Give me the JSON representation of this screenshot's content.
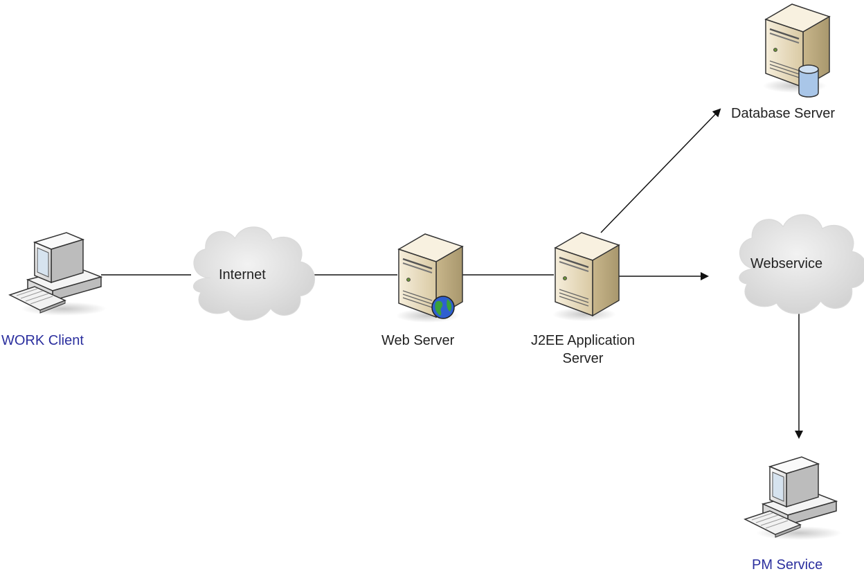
{
  "colors": {
    "client_label": "#2b2f9e",
    "server_label": "#222222",
    "edge": "#111111",
    "server_body": "#ece0c2",
    "monitor_body": "#eeeeee",
    "cloud": "#e2e2e2",
    "globe_land": "#3aa13a",
    "globe_sea": "#2f5fd0",
    "db_cylinder": "#a9c6e8"
  },
  "nodes": {
    "work_client": {
      "label": "WORK Client",
      "icon": "workstation-icon"
    },
    "internet": {
      "label": "Internet",
      "icon": "cloud-icon"
    },
    "web_server": {
      "label": "Web Server",
      "icon": "web-server-icon"
    },
    "app_server": {
      "label_line1": "J2EE Application",
      "label_line2": "Server",
      "icon": "server-tower-icon"
    },
    "database_server": {
      "label": "Database Server",
      "icon": "database-server-icon"
    },
    "webservice": {
      "label": "Webservice",
      "icon": "cloud-icon"
    },
    "pm_service": {
      "label": "PM Service",
      "icon": "workstation-icon"
    }
  },
  "edges": [
    {
      "from": "WORK Client",
      "to": "Internet",
      "arrow": false
    },
    {
      "from": "Internet",
      "to": "Web Server",
      "arrow": false
    },
    {
      "from": "Web Server",
      "to": "J2EE Application Server",
      "arrow": false
    },
    {
      "from": "J2EE Application Server",
      "to": "Webservice",
      "arrow": true
    },
    {
      "from": "J2EE Application Server",
      "to": "Database Server",
      "arrow": true
    },
    {
      "from": "Webservice",
      "to": "PM Service",
      "arrow": true
    }
  ]
}
